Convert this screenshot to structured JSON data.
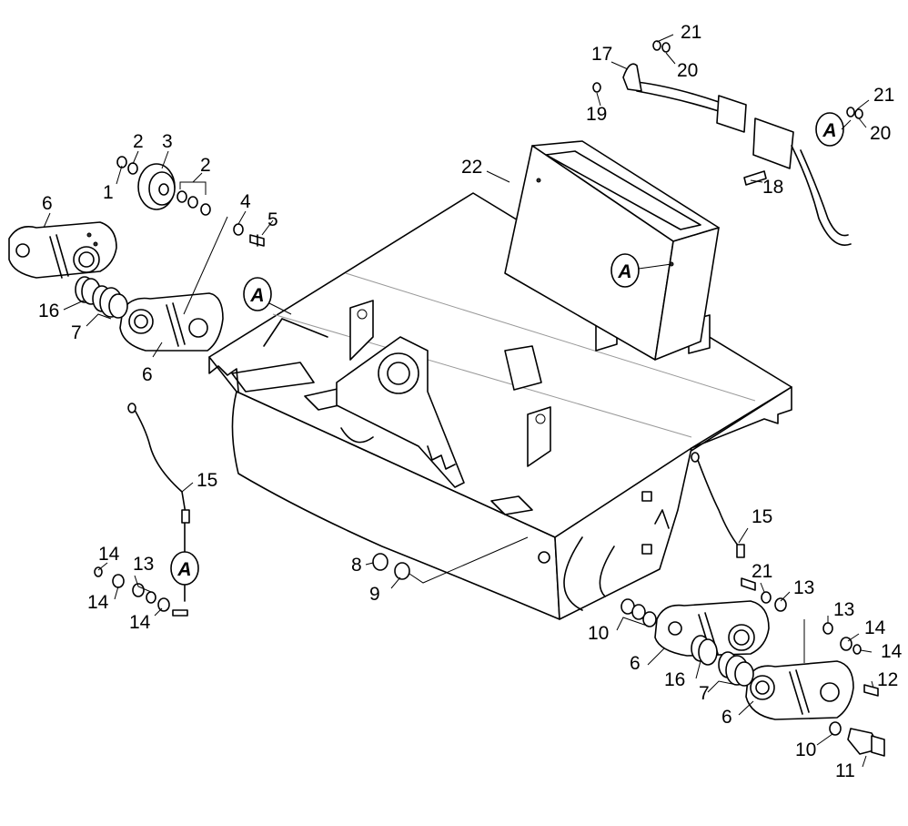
{
  "diagram": {
    "kind": "exploded parts diagram",
    "ref_marker_label": "A",
    "callouts": [
      {
        "id": "c1",
        "text": "1"
      },
      {
        "id": "c2a",
        "text": "2"
      },
      {
        "id": "c3",
        "text": "3"
      },
      {
        "id": "c2b",
        "text": "2"
      },
      {
        "id": "c4",
        "text": "4"
      },
      {
        "id": "c5",
        "text": "5"
      },
      {
        "id": "c6a",
        "text": "6"
      },
      {
        "id": "c16a",
        "text": "16"
      },
      {
        "id": "c7a",
        "text": "7"
      },
      {
        "id": "c6b",
        "text": "6"
      },
      {
        "id": "c22",
        "text": "22"
      },
      {
        "id": "c17",
        "text": "17"
      },
      {
        "id": "c21a",
        "text": "21"
      },
      {
        "id": "c20a",
        "text": "20"
      },
      {
        "id": "c19",
        "text": "19"
      },
      {
        "id": "c21b",
        "text": "21"
      },
      {
        "id": "c20b",
        "text": "20"
      },
      {
        "id": "c18",
        "text": "18"
      },
      {
        "id": "c15a",
        "text": "15"
      },
      {
        "id": "c14a",
        "text": "14"
      },
      {
        "id": "c13a",
        "text": "13"
      },
      {
        "id": "c14b",
        "text": "14"
      },
      {
        "id": "c14c",
        "text": "14"
      },
      {
        "id": "c8",
        "text": "8"
      },
      {
        "id": "c9",
        "text": "9"
      },
      {
        "id": "c15b",
        "text": "15"
      },
      {
        "id": "c21c",
        "text": "21"
      },
      {
        "id": "c13b",
        "text": "13"
      },
      {
        "id": "c13c",
        "text": "13"
      },
      {
        "id": "c14d",
        "text": "14"
      },
      {
        "id": "c14e",
        "text": "14"
      },
      {
        "id": "c12",
        "text": "12"
      },
      {
        "id": "c10a",
        "text": "10"
      },
      {
        "id": "c6c",
        "text": "6"
      },
      {
        "id": "c16b",
        "text": "16"
      },
      {
        "id": "c7b",
        "text": "7"
      },
      {
        "id": "c6d",
        "text": "6"
      },
      {
        "id": "c10b",
        "text": "10"
      },
      {
        "id": "c11",
        "text": "11"
      }
    ]
  }
}
